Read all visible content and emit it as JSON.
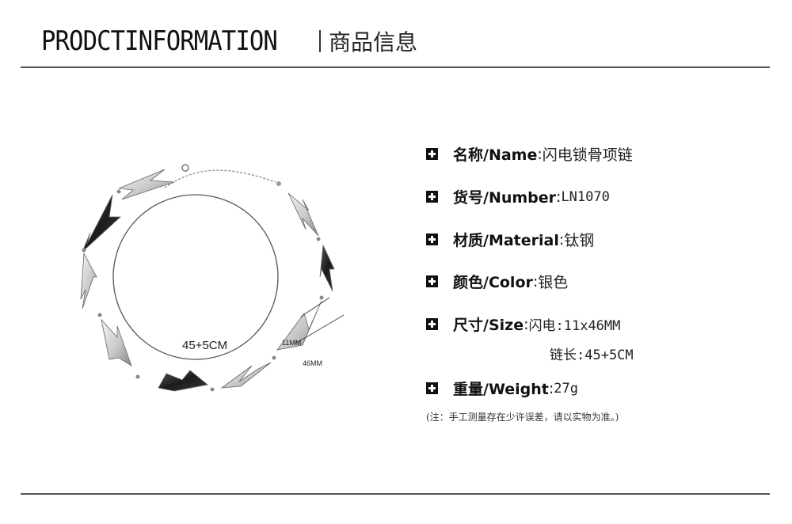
{
  "header": {
    "title_en": "PRODCTINFORMATION",
    "title_cn": "商品信息"
  },
  "product_image": {
    "chain_length_label": "45+5CM",
    "width_label": "11MM",
    "height_label": "46MM"
  },
  "specs": [
    {
      "label": "名称/Name",
      "value": "闪电锁骨项链"
    },
    {
      "label": "货号/Number",
      "value": "LN1070"
    },
    {
      "label": "材质/Material",
      "value": "钛钢"
    },
    {
      "label": "颜色/Color",
      "value": "银色"
    },
    {
      "label": "尺寸/Size",
      "value": "闪电:11x46MM",
      "extra": "链长:45+5CM"
    },
    {
      "label": "重量/Weight",
      "value": "27g"
    }
  ],
  "note": "(注：手工测量存在少许误差，请以实物为准。)",
  "icons": {
    "bullet": "plus-square-icon"
  },
  "colors": {
    "text": "#111111",
    "rule": "#555555",
    "bullet": "#111111"
  }
}
